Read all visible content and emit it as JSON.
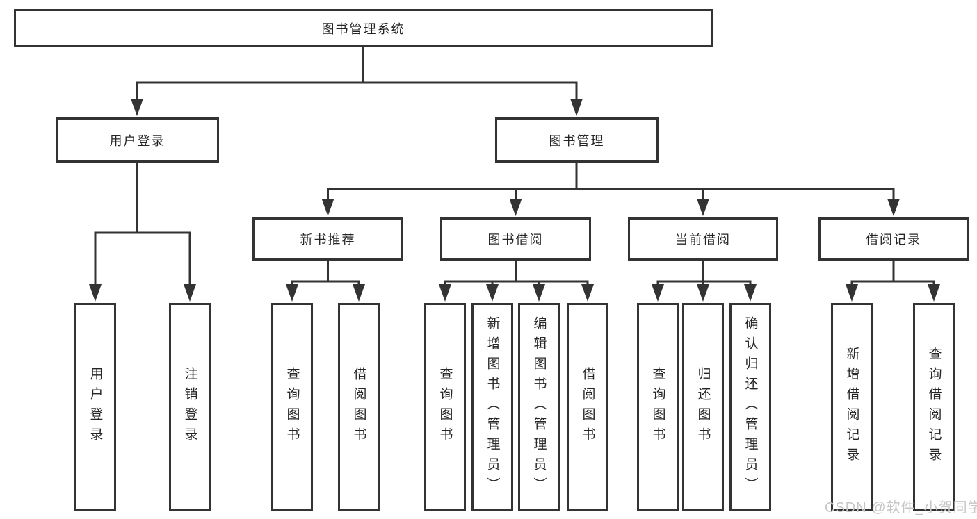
{
  "nodes": {
    "root": "图书管理系统",
    "level2": [
      "用户登录",
      "图书管理"
    ],
    "level3": [
      "新书推荐",
      "图书借阅",
      "当前借阅",
      "借阅记录"
    ]
  },
  "leaves": {
    "login": [
      "用户登录",
      "注销登录"
    ],
    "new_book": [
      "查询图书",
      "借阅图书"
    ],
    "borrow": [
      "查询图书",
      "新增图书（管理员）",
      "编辑图书（管理员）",
      "借阅图书"
    ],
    "current": [
      "查询图书",
      "归还图书",
      "确认归还（管理员）"
    ],
    "records": [
      "新增借阅记录",
      "查询借阅记录"
    ]
  },
  "watermark": "CSDN @软件_小贺同学",
  "colors": {
    "line": "#333333",
    "text": "#262626",
    "background": "#ffffff",
    "watermark": "#c6c6c6"
  }
}
